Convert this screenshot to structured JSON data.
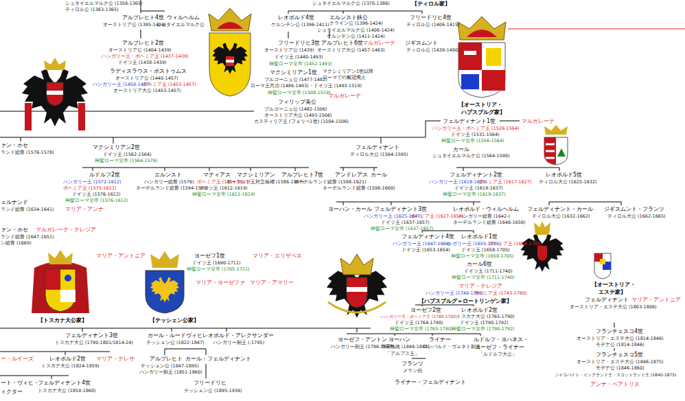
{
  "diagram": {
    "labels": [
      "シュタイエルマルク公 (1358-1365)",
      "ティロル公 (1363-1365)",
      "シュタイエルマルク公 (1370-1386)",
      "【ティロル家】",
      "アルブレヒト4世",
      "オーストリア公 (1395-1404)",
      "ウィルヘルム",
      "シュタイエルマルク公",
      "レオポルド4世",
      "ケルンテン公 (1396-1411)",
      "エルンスト鉄公",
      "クライン公 (1396-1424)",
      "シュタイエルマルク公 (1406-1424)",
      "ケルンテン公 (1411-1424)",
      "フリードリヒ4世",
      "ティロル公 (1406-1415)",
      "アルブレヒト2世",
      "オーストリア公 (1404-1439)",
      "ハンガリー王・ボヘミア王 (1437-1439)",
      "ドイツ王 (1438-1439)",
      "ラディスラウス・ポストゥムス",
      "オーストリア公 (1440-1457)",
      "ハンガリー王 (1450-1457)",
      "ボヘミア王 (1453-1457)",
      "オーストリア大公 (1453-1457)",
      "フリードリヒ3世",
      "オーストリア公 (1439)",
      "アルブレヒト6世",
      "オーストリア大公 (1457-1463)",
      "ドイツ王 (1440-1493)",
      "神聖ローマ皇帝 (1452-1493)",
      "マルガレーテ",
      "ジギスムント",
      "ティロル公 (1439-1490)",
      "マクシミリアン1世",
      "ブルゴーニュ公 (1477-1482)",
      "ローマ王共治 (1486-1493)・ドイツ王 (1493-1519)",
      "マクシミリアン1世以降",
      "ローマでの戴冠廃止",
      "神聖ローマ皇帝 (1508-1519)",
      "フィリップ美公",
      "マルガレーテ",
      "ブルゴーニュ公 (1482-1506)",
      "オーストリア大公 (1493-1506)",
      "カスティリア王 (フェリペ1世) (1504-1506)",
      "【オーストリア・",
      "ハプスブルグ家】",
      "フェルディナント1世",
      "マルガレーテ",
      "ハンガリー王・ボヘミア王 (1526-1564)",
      "ドイツ王 (1531-1564)",
      "神聖ローマ皇帝 (1556-1564)",
      "カール",
      "シュタイエルマルク公 (1564-1590)",
      "ァン・ホセ",
      "ランド総督 (1576-1578)",
      "マクシミリアン2世",
      "ドイツ王 (1562-1564)",
      "神聖ローマ皇帝 (1564-1576)",
      "フェルディナント",
      "ティロル大公 (1564-1595)",
      "ルドルフ2世",
      "ハンガリー王 (1572-1612)",
      "ボヘミア王 (1575-1611)",
      "ドイツ王 (1576-1612)",
      "神聖ローマ皇帝 (1576-1612)",
      "エルンスト",
      "ハンガリー総督 (1576)",
      "ネーデルランド総督 (1594-1595)",
      "マティアス",
      "ボヘミア王 (1611-1617)",
      "ドイツ王 (1612-1619)",
      "神聖ローマ皇帝 (1612-1619)",
      "マクシミリアン",
      "ポーランド王対立候補 (1586-1587)",
      "アルブレヒト7世",
      "ネーデルランド総督 (1598-1621)",
      "アンドレアス",
      "ネーデルランド総督 (1598-1600)",
      "カール",
      "フェルディナント2世",
      "ハンガリー王 (1618-1625)",
      "ボヘミア王 (1617-1627)",
      "ドイツ王 (1619-1637)",
      "神聖ローマ皇帝 (1619-1637)",
      "レオポルド5世",
      "ティロル大公 (1625-1632)",
      "ェルナンド",
      "ランド総督 (1634-1641)",
      "マリア・アンナ",
      "ヨーハン・カール",
      "フェルディナント3世",
      "ハンガリー王 (1625-1647)",
      "ボヘミア王 (1627-1656)",
      "ドイツ王 (1637-1657)",
      "神聖ローマ皇帝 (1637-1657)",
      "レオポルド・ウィルヘルム",
      "ハンガリー総督 (1642-)",
      "ネーデルランド総督 (1646-1656)",
      "フェルディナント・カール",
      "ティロル大公 (1632-1662)",
      "ジギスムント・フランツ",
      "ティロル大公 (1662-1665)",
      "ァン・ホセ",
      "マルガレーテ・テレジア",
      "ランド総督 (1647-1651)",
      "ン総督 (1669)",
      "フェルディナント4世",
      "ハンガリー王 (1647-1654)",
      "ドイツ王 (1653-1654)",
      "レオポルド1世",
      "ハンガリー王 (1655-1705)",
      "ボヘミア王 (1656-1705)",
      "ドイツ王 (1658-1705)",
      "神聖ローマ皇帝 (1658-1705)",
      "カール6世",
      "ドイツ王 (1711-1740)",
      "神聖ローマ皇帝 (1711-1740)",
      "マリア・テレジア",
      "ハンガリー王 (1740-1780)",
      "ボヘミア王 (1743-1780)",
      "【ハプスブルグ＝ロートリンゲン家】",
      "ヨーゼフ2世",
      "ハンガリー王・ボヘミア王 (1780-1790)",
      "ドイツ王 (1764-1790)",
      "神聖ローマ皇帝 (1765-1790)",
      "レオポルド2世",
      "トスカナ大公 (1765-1790)",
      "ドイツ王 (1790-1792)",
      "神聖ローマ皇帝 (1790-1792)",
      "ヨーゼフ・アントン",
      "ハンガリー副王 (1796-1847)",
      "ヨーハン",
      "帝国執政 (1848-1849)",
      "「アルプス王」",
      "ライナー",
      "ロンバルド・ヴェネト副王",
      "ルドルフ・ヨハネス・",
      "ヨーゼフ・ライナー",
      "「ルドルフ大公」",
      "フランツ",
      "メラン伯",
      "ライナー・フェルディナント",
      "【オーストリア・",
      "エステ家】",
      "フェルディナント",
      "オーストリア・エステ大公 (1803-1806)",
      "マリア・アントニア",
      "フランチェスコ4世",
      "オーストリア・エステ大公 (1814-1846)",
      "モデナ公 (1814-1846)",
      "フランチェスコ5世",
      "オーストリア・エステ大公 (1846-1875)",
      "モデナ公 (1846-1860)",
      "ジャコバイト・イングランド王・スコットランド王 (1840-1875)",
      "アンナ・ベアトリス",
      "マリア・アントニア",
      "ヨーゼフ1世",
      "ドイツ王 (1690-1711)",
      "神聖ローマ皇帝 (1705-1711)",
      "マリア・エリザベス",
      "マリア・ヨーゼファ",
      "マリア・アマリー",
      "【トスカナ大公家】",
      "【テッシェン公家】",
      "フェルディナント3世",
      "トスカナ大公 (1790-1801/1814-24)",
      "ー・ルイーズ",
      "レオポルド2世",
      "トスカナ大公 (1824-1859)",
      "マリア・テレサ",
      "ート・ヴィヒ・",
      "ィクター",
      "フェルディナント4世",
      "トスカナ大公 (1859-1860)",
      "カール・ルードヴィヒ",
      "テッシェン公 (1822-1847)",
      "レオポルド・アレクサンダー",
      "ハンガリー副王 (-1795)",
      "アルブレヒト",
      "テッシェン公 (1847-1895)",
      "ハンガリー副王 (1851-1860)",
      "カール・フェルディナント",
      "フリードリヒ",
      "テッシェン公 (1895-1936)"
    ]
  }
}
